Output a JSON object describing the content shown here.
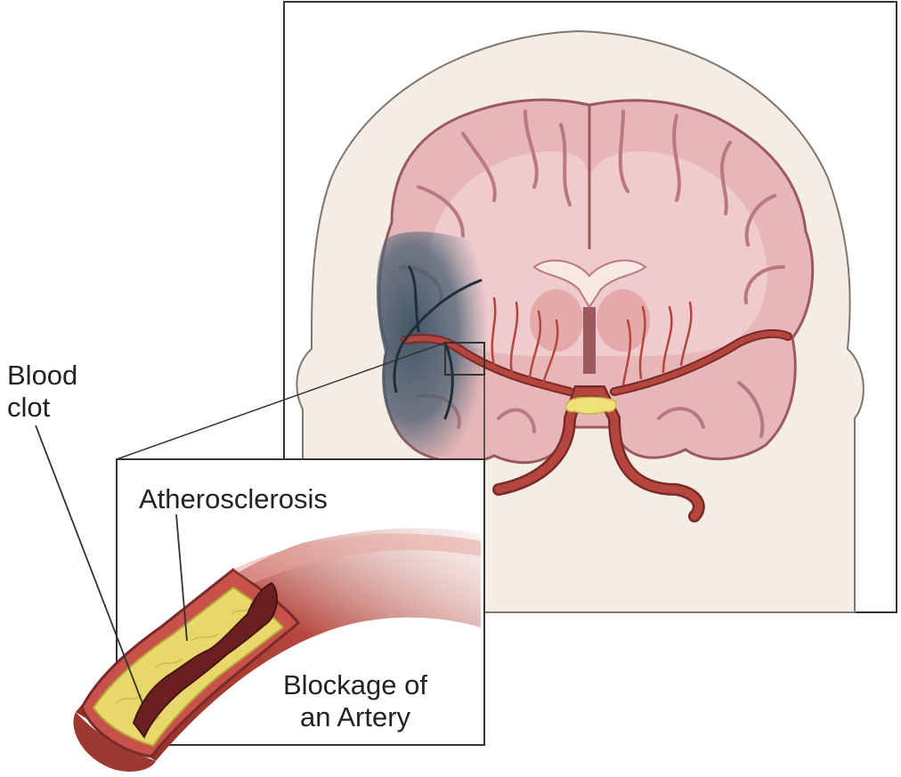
{
  "labels": {
    "blood_clot_line1": "Blood",
    "blood_clot_line2": "clot",
    "atherosclerosis": "Atherosclerosis",
    "blockage_line1": "Blockage of",
    "blockage_line2": "an Artery"
  },
  "colors": {
    "frame_stroke": "#333333",
    "head_fill": "#f3ede4",
    "brain_fill": "#e7b7b8",
    "brain_inner": "#f0cfd0",
    "sulci": "#b9797e",
    "artery": "#b5463e",
    "artery_dark": "#7a2a2a",
    "ischemia": "#3e5464",
    "plaque": "#e8d86a",
    "clot": "#6b1f1f",
    "pituitary": "#efe07a"
  }
}
